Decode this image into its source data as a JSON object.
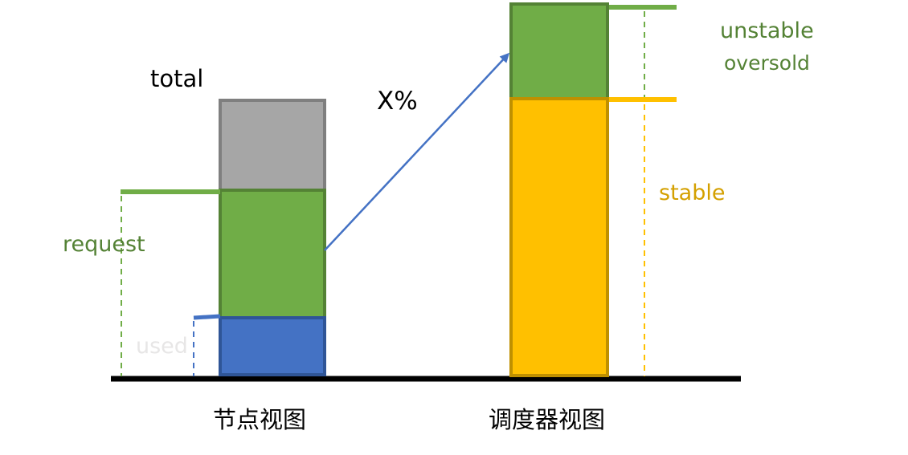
{
  "node_view": {
    "title": "节点视图",
    "total_label": "total",
    "request_label": "request",
    "used_label": "used"
  },
  "scheduler_view": {
    "title": "调度器视图",
    "unstable_label": "unstable",
    "oversold_label": "oversold",
    "stable_label": "stable"
  },
  "arrow_label": "X%",
  "colors": {
    "total_gray": "#a6a6a6",
    "total_gray_border": "#7f7f7f",
    "request_green": "#70ad47",
    "request_green_border": "#548235",
    "used_blue": "#4472c4",
    "used_blue_border": "#2f5597",
    "stable_yellow": "#ffc000",
    "stable_yellow_border": "#bf9000",
    "green_text": "#548235",
    "yellow_text": "#d4a000",
    "used_text": "#e7e6e6",
    "arrow_blue": "#4472c4",
    "baseline": "#000000"
  }
}
